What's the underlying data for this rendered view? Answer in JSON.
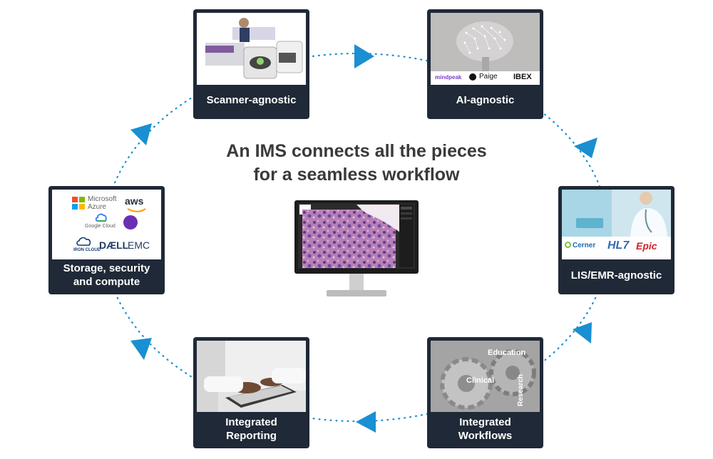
{
  "title": {
    "line1": "An IMS connects all the pieces",
    "line2": "for a seamless workflow"
  },
  "cards": {
    "scanner": {
      "label": "Scanner-agnostic"
    },
    "ai": {
      "label": "AI-agnostic",
      "logos": [
        "mindpeak",
        "Paige",
        "IBEX"
      ]
    },
    "lis": {
      "label": "LIS/EMR-agnostic",
      "logos": [
        "Cerner",
        "HL7",
        "Epic"
      ]
    },
    "workflows": {
      "label_line1": "Integrated",
      "label_line2": "Workflows",
      "gear_words": [
        "Education",
        "Clinical",
        "Research"
      ]
    },
    "reporting": {
      "label_line1": "Integrated",
      "label_line2": "Reporting"
    },
    "storage": {
      "label_line1": "Storage, security",
      "label_line2": "and compute",
      "logos": {
        "microsoft_1": "Microsoft",
        "microsoft_2": "Azure",
        "aws": "aws",
        "google": "Google Cloud",
        "iron": "IRON CLOUD",
        "dell": "DÆLL",
        "emc": "EMC"
      }
    }
  },
  "colors": {
    "card_bg": "#1f2937",
    "arrow": "#1a8fd1",
    "dots": "#1a8fd1",
    "title": "#3a3a3a"
  }
}
